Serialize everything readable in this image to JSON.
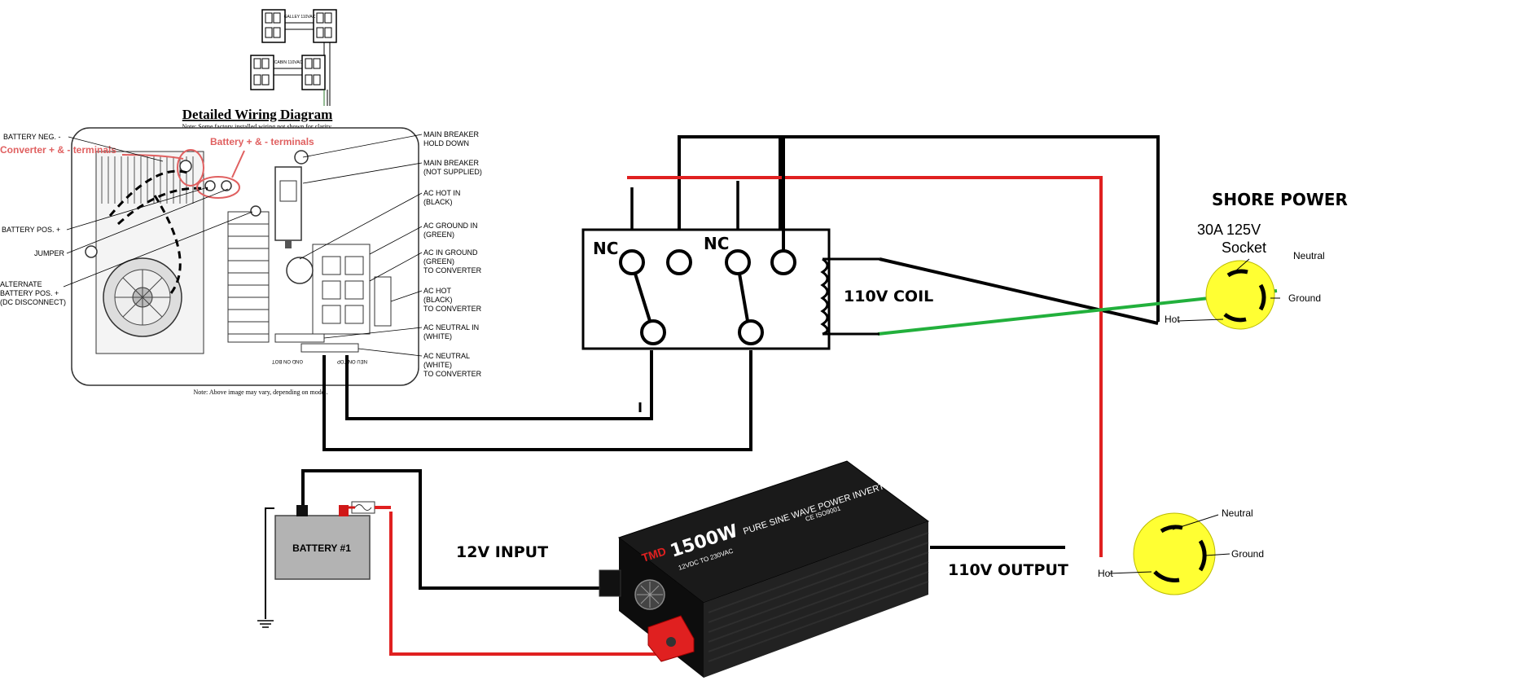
{
  "panel": {
    "galley_outlet": "GALLEY 110VAC",
    "cabin_outlet": "CABIN 110VAC",
    "title": "Detailed Wiring Diagram",
    "note_top": "Note: Some factory installed wiring not shown for clarity.",
    "note_bottom": "Note: Above image may vary, depending on model.",
    "annotation_battery_terminals": "Battery + & - terminals",
    "annotation_converter_terminals": "Converter + & - terminals",
    "left_labels": [
      "BATTERY NEG. -",
      "BATTERY POS. +",
      "JUMPER",
      "ALTERNATE",
      "BATTERY POS. +",
      "(DC DISCONNECT)"
    ],
    "right_labels": [
      "MAIN BREAKER",
      "HOLD DOWN",
      "MAIN BREAKER",
      "(NOT SUPPLIED)",
      "AC HOT IN",
      "(BLACK)",
      "AC GROUND IN",
      "(GREEN)",
      "AC IN GROUND",
      "(GREEN)",
      "TO CONVERTER",
      "AC HOT",
      "(BLACK)",
      "TO CONVERTER",
      "AC NEUTRAL IN",
      "(WHITE)",
      "AC NEUTRAL",
      "(WHITE)",
      "TO CONVERTER"
    ],
    "bus_labels": [
      "GND ON BOT",
      "NEU ON TOP"
    ]
  },
  "relay": {
    "contact_label_1": "NC",
    "contact_label_2": "NC",
    "coil_label": "110V COIL"
  },
  "shore": {
    "title": "SHORE POWER",
    "rating": "30A 125V",
    "socket": "Socket",
    "neutral": "Neutral",
    "ground": "Ground",
    "hot": "Hot"
  },
  "inverter_outlet": {
    "neutral": "Neutral",
    "ground": "Ground",
    "hot": "Hot"
  },
  "battery": {
    "label": "BATTERY #1"
  },
  "inverter": {
    "brand": "TMD",
    "power": "1500W",
    "spec": "12VDC TO 230VAC",
    "model_text": "PURE SINE WAVE POWER INVERTER",
    "cert_text": "CE  ISO9001"
  },
  "labels": {
    "input": "12V INPUT",
    "output": "110V OUTPUT"
  },
  "colors": {
    "wire_black": "#000000",
    "wire_red": "#e02020",
    "wire_green": "#22b03c",
    "socket_yellow": "#ffff33",
    "annotation_red": "#e06060",
    "battery_gray": "#b3b3b3"
  }
}
